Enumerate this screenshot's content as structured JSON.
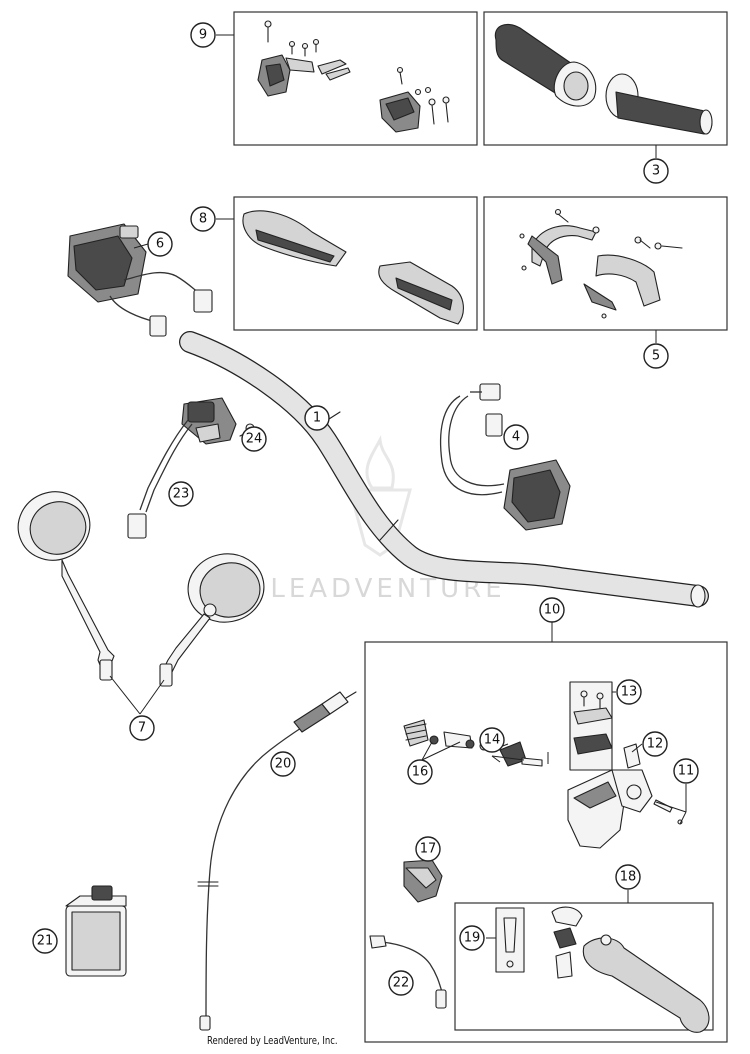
{
  "watermark": {
    "text": "LEADVENTURE",
    "logo_icon": "flame-shield-logo-icon"
  },
  "footer": {
    "credit": "Rendered by LeadVenture, Inc."
  },
  "callouts": [
    {
      "id": "c1",
      "label": "1"
    },
    {
      "id": "c3",
      "label": "3"
    },
    {
      "id": "c4",
      "label": "4"
    },
    {
      "id": "c5",
      "label": "5"
    },
    {
      "id": "c6",
      "label": "6"
    },
    {
      "id": "c7",
      "label": "7"
    },
    {
      "id": "c8",
      "label": "8"
    },
    {
      "id": "c9",
      "label": "9"
    },
    {
      "id": "c10",
      "label": "10"
    },
    {
      "id": "c11",
      "label": "11"
    },
    {
      "id": "c12",
      "label": "12"
    },
    {
      "id": "c13",
      "label": "13"
    },
    {
      "id": "c14",
      "label": "14"
    },
    {
      "id": "c16",
      "label": "16"
    },
    {
      "id": "c17",
      "label": "17"
    },
    {
      "id": "c18",
      "label": "18"
    },
    {
      "id": "c19",
      "label": "19"
    },
    {
      "id": "c20",
      "label": "20"
    },
    {
      "id": "c21",
      "label": "21"
    },
    {
      "id": "c22",
      "label": "22"
    },
    {
      "id": "c23",
      "label": "23"
    },
    {
      "id": "c24",
      "label": "24"
    }
  ]
}
